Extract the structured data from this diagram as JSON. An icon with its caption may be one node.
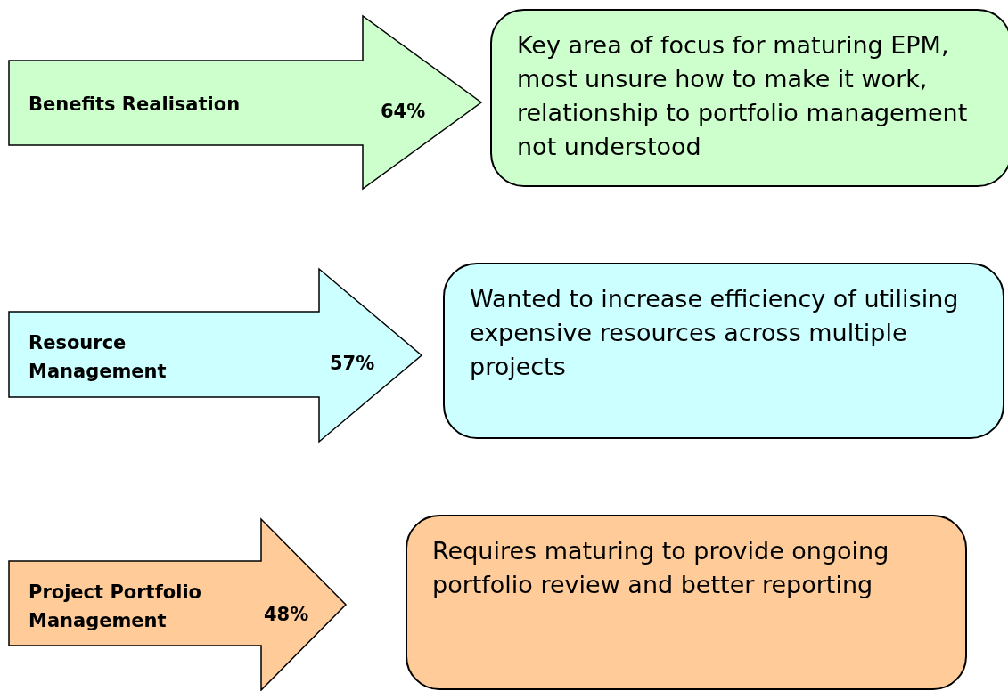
{
  "diagram": {
    "nodes": [
      {
        "text": [
          "Benefits Realisation",
          "64%"
        ]
      },
      {
        "text": [
          "Key area of focus for maturing EPM, most unsure how to make it work, relationship to portfolio management not understood"
        ]
      },
      {
        "text": [
          "Resource Management",
          "57%"
        ]
      },
      {
        "text": [
          "Wanted to increase efficiency of utilising expensive resources across multiple projects"
        ]
      },
      {
        "text": [
          "Project Portfolio Management",
          "48%"
        ]
      },
      {
        "text": [
          "Requires maturing to provide ongoing portfolio review and better reporting"
        ]
      }
    ]
  }
}
